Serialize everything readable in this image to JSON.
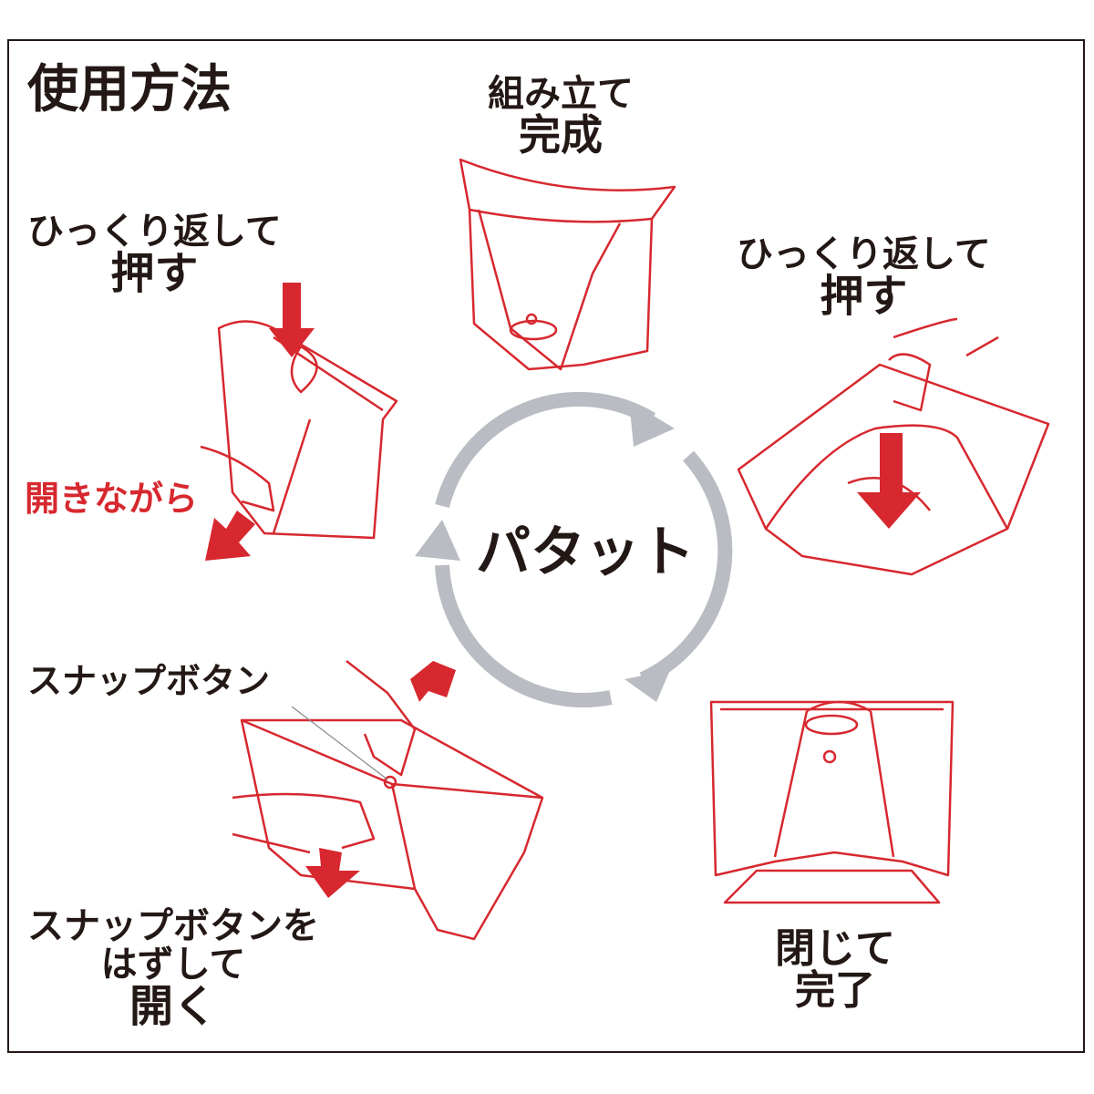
{
  "title": "使用方法",
  "center_label": "パタット",
  "steps": {
    "assembled": {
      "line1": "組み立て",
      "line2": "完成"
    },
    "flip_push_left": {
      "line1": "ひっくり返して",
      "line2": "押す"
    },
    "while_opening": "開きながら",
    "flip_push_right": {
      "line1": "ひっくり返して",
      "line2": "押す"
    },
    "snap_button": "スナップボタン",
    "unsnap_open": {
      "line1": "スナップボタンを",
      "line2": "はずして",
      "line3": "開く"
    },
    "close_done": {
      "line1": "閉じて",
      "line2": "完了"
    }
  },
  "colors": {
    "accent": "#d7282f",
    "line": "#d7282f",
    "cycle_arrow": "#b9bcc2",
    "text": "#231815"
  }
}
